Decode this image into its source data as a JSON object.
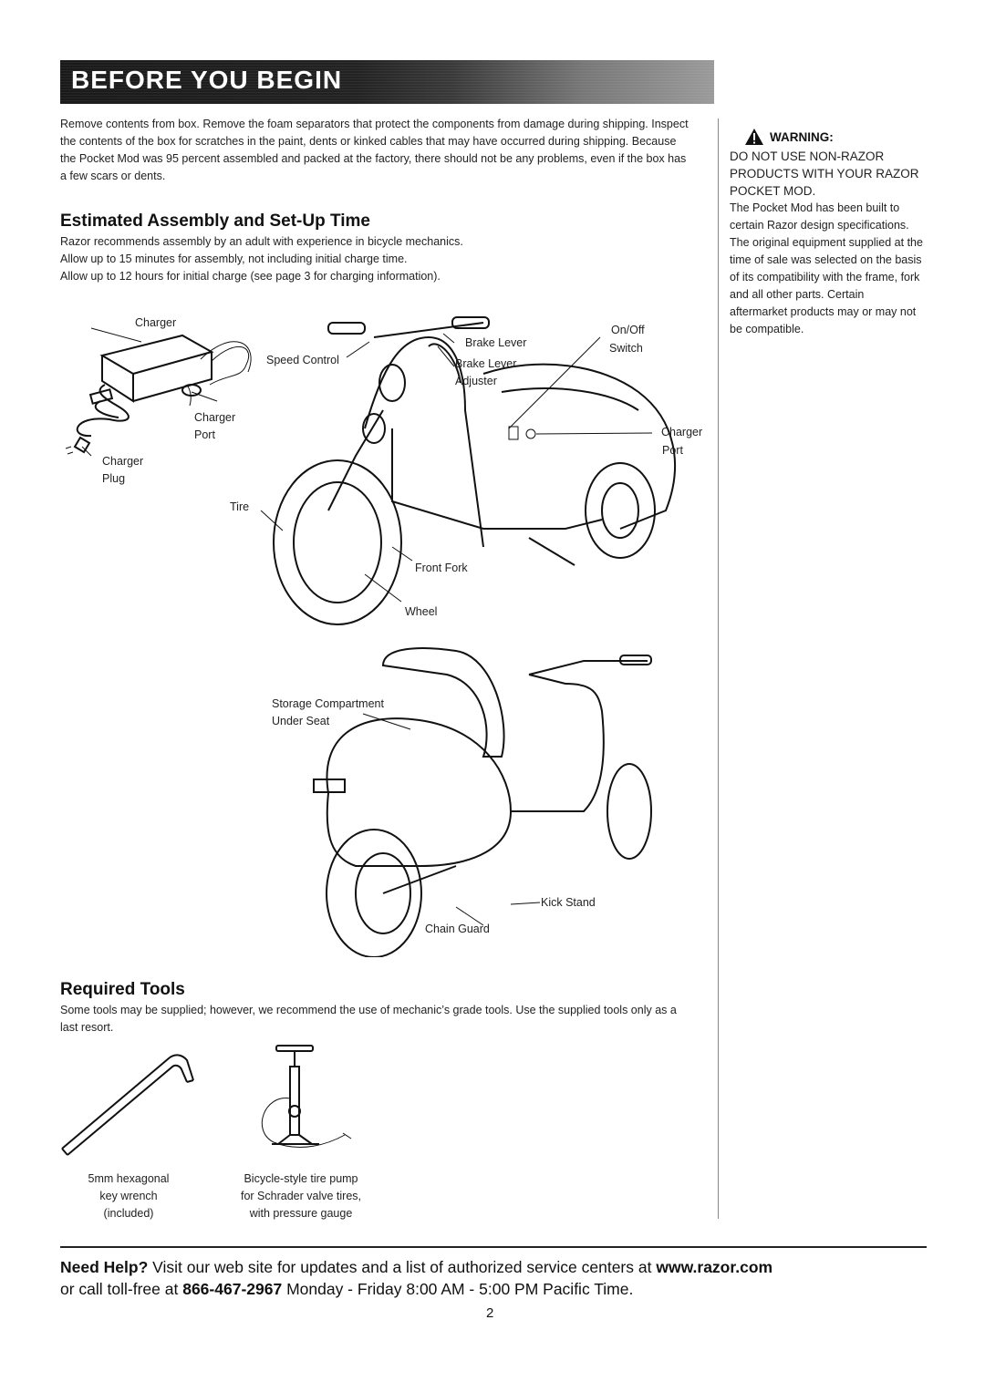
{
  "banner": {
    "title": "BEFORE YOU BEGIN"
  },
  "intro": "Remove contents from box. Remove the foam separators that protect the components from damage during shipping. Inspect the contents of the box for scratches in the paint, dents or kinked cables that may have occurred during shipping. Because the Pocket Mod was 95 percent assembled and packed at the factory, there should not be any problems, even if the box has a few scars or dents.",
  "assembly": {
    "heading": "Estimated Assembly and Set-Up Time",
    "lines": [
      "Razor recommends assembly by an adult with experience in bicycle mechanics.",
      "Allow up to 15 minutes for assembly, not including initial charge time.",
      "Allow up to 12 hours for initial charge (see page 3 for charging information)."
    ]
  },
  "warning": {
    "label": "WARNING:",
    "caps": "DO NOT USE NON-RAZOR PRODUCTS WITH YOUR RAZOR POCKET MOD.",
    "body": "The Pocket Mod has been built to certain Razor design specifications. The original equipment supplied at the time of sale was selected on the basis of its compatibility with the frame, fork and all other parts. Certain aftermarket products may or may not be compatible."
  },
  "diagram": {
    "charger": "Charger",
    "charger_port_1": "Charger",
    "charger_port_2": "Port",
    "charger_plug_1": "Charger",
    "charger_plug_2": "Plug",
    "speed_control": "Speed Control",
    "brake_lever": "Brake Lever",
    "brake_adjuster_1": "Brake Lever",
    "brake_adjuster_2": "Adjuster",
    "on_off_1": "On/Off",
    "on_off_2": "Switch",
    "side_port_1": "Charger",
    "side_port_2": "Port",
    "tire": "Tire",
    "front_fork": "Front Fork",
    "wheel": "Wheel",
    "storage_1": "Storage Compartment",
    "storage_2": "Under Seat",
    "kick_stand": "Kick Stand",
    "chain_guard": "Chain Guard"
  },
  "tools": {
    "heading": "Required Tools",
    "intro": "Some tools may be supplied; however, we recommend the use of mechanic’s grade tools. Use the supplied tools only as a last resort.",
    "wrench": [
      "5mm hexagonal",
      "key wrench",
      "(included)"
    ],
    "pump": [
      "Bicycle-style tire pump",
      "for Schrader valve tires,",
      "with pressure gauge"
    ]
  },
  "help": {
    "bold_lead": "Need Help?",
    "text1": " Visit our web site for updates and a list of authorized service centers at ",
    "url": "www.razor.com",
    "text2": "or call toll-free at ",
    "phone": "866-467-2967",
    "text3": " Monday - Friday 8:00 AM - 5:00 PM Pacific Time."
  },
  "page_number": "2"
}
